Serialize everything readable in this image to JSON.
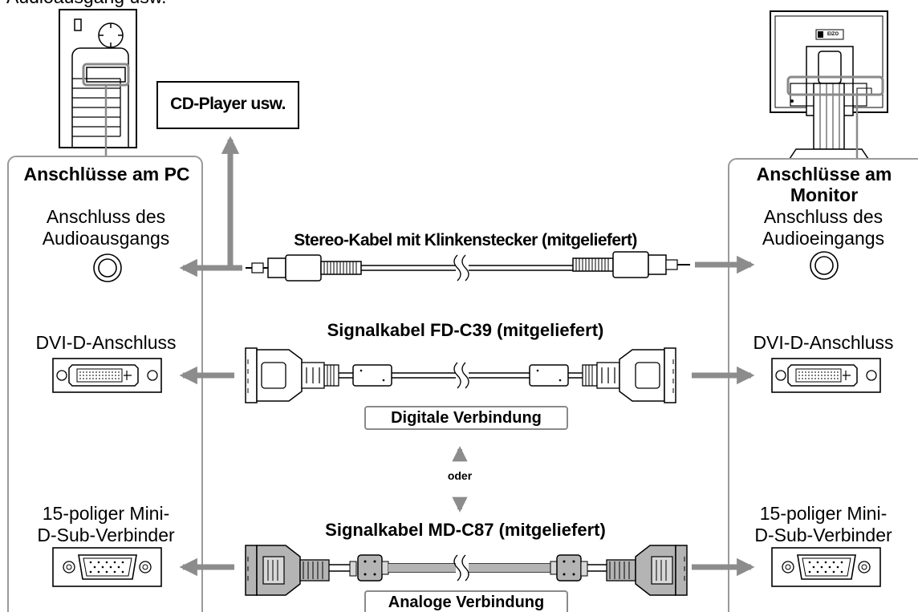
{
  "top_cut_label": "Audioausgang usw.",
  "cd_player_label": "CD-Player usw.",
  "pc_panel": {
    "title": "Anschlüsse am PC",
    "audio_label_1": "Anschluss des",
    "audio_label_2": "Audioausgangs",
    "dvi_label": "DVI-D-Anschluss",
    "dsub_label_1": "15-poliger Mini-",
    "dsub_label_2": "D-Sub-Verbinder"
  },
  "monitor_panel": {
    "title": "Anschlüsse am Monitor",
    "audio_label_1": "Anschluss des",
    "audio_label_2": "Audioeingangs",
    "dvi_label": "DVI-D-Anschluss",
    "dsub_label_1": "15-poliger Mini-",
    "dsub_label_2": "D-Sub-Verbinder"
  },
  "cables": {
    "stereo": "Stereo-Kabel mit Klinkenstecker (mitgeliefert)",
    "dvi": "Signalkabel FD-C39 (mitgeliefert)",
    "dvi_type": "Digitale Verbindung",
    "analog": "Signalkabel MD-C87 (mitgeliefert)",
    "analog_type": "Analoge Verbindung"
  },
  "or_label": "oder",
  "monitor_logo_text": "EIZO",
  "colors": {
    "arrow": "#8c8c8c",
    "panel_border": "#9a9a9a",
    "cable_gray": "#b4b4b4"
  }
}
